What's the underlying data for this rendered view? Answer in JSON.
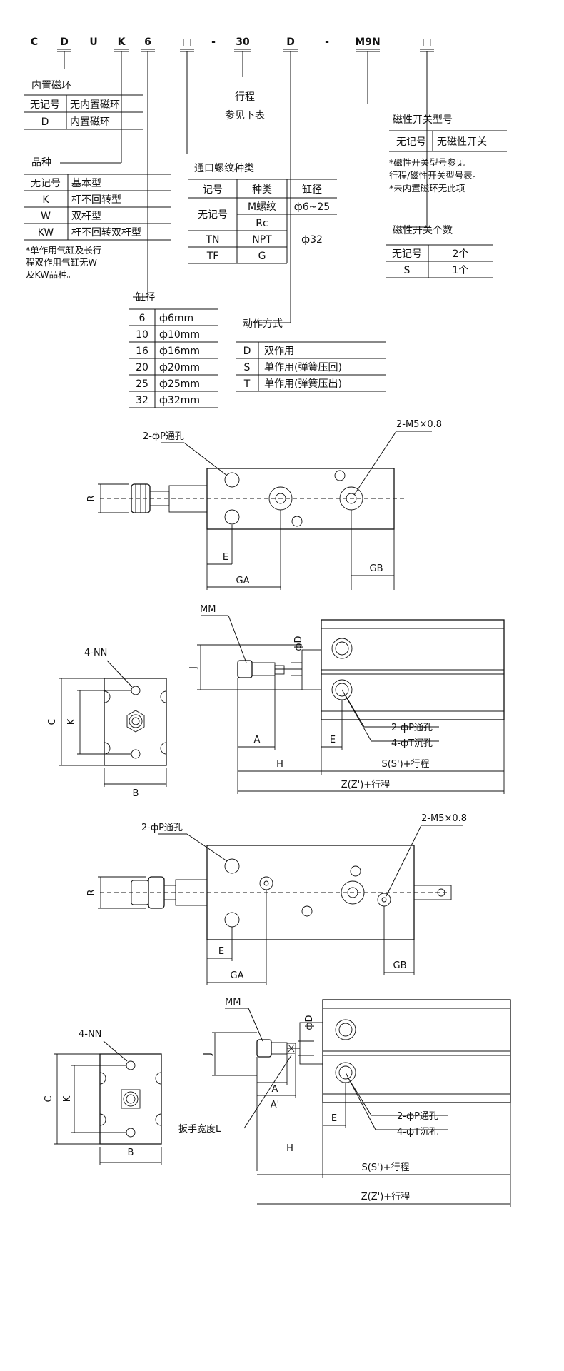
{
  "code_parts": [
    "C",
    "D",
    "U",
    "K",
    "6",
    "□",
    "-",
    "30",
    "D",
    "-",
    "M9N",
    "□"
  ],
  "magnet": {
    "title": "内置磁环",
    "rows": [
      [
        "无记号",
        "无内置磁环"
      ],
      [
        "D",
        "内置磁环"
      ]
    ]
  },
  "stroke": {
    "title_1": "行程",
    "title_2": "参见下表"
  },
  "switch_model": {
    "title": "磁性开关型号",
    "rows": [
      [
        "无记号",
        "无磁性开关"
      ]
    ],
    "notes": [
      "*磁性开关型号参见",
      "行程/磁性开关型号表。",
      "*未内置磁环无此项"
    ]
  },
  "variety": {
    "title": "品种",
    "rows": [
      [
        "无记号",
        "基本型"
      ],
      [
        "K",
        "杆不回转型"
      ],
      [
        "W",
        "双杆型"
      ],
      [
        "KW",
        "杆不回转双杆型"
      ]
    ],
    "notes": [
      "*单作用气缸及长行",
      "程双作用气缸无W",
      "及KW品种。"
    ]
  },
  "port_thread": {
    "title": "通口螺纹种类",
    "headers": [
      "记号",
      "种类",
      "缸径"
    ],
    "r1_code": "无记号",
    "r1_type": "M螺纹",
    "r1_bore": "ф6~25",
    "r2_type": "Rc",
    "r3_code": "TN",
    "r3_type": "NPT",
    "r34_bore": "ф32",
    "r4_code": "TF",
    "r4_type": "G"
  },
  "switch_count": {
    "title": "磁性开关个数",
    "rows": [
      [
        "无记号",
        "2个"
      ],
      [
        "S",
        "1个"
      ]
    ]
  },
  "bore": {
    "title": "缸径",
    "rows": [
      [
        "6",
        "ф6mm"
      ],
      [
        "10",
        "ф10mm"
      ],
      [
        "16",
        "ф16mm"
      ],
      [
        "20",
        "ф20mm"
      ],
      [
        "25",
        "ф25mm"
      ],
      [
        "32",
        "ф32mm"
      ]
    ]
  },
  "action": {
    "title": "动作方式",
    "rows": [
      [
        "D",
        "双作用"
      ],
      [
        "S",
        "单作用(弹簧压回)"
      ],
      [
        "T",
        "单作用(弹簧压出)"
      ]
    ]
  },
  "drawing_labels": {
    "p_hole": "2-фP通孔",
    "m5": "2-M5×0.8",
    "r": "R",
    "e": "E",
    "ga": "GA",
    "gb": "GB",
    "mm": "MM",
    "d": "фD",
    "j": "J",
    "nn": "4-NN",
    "c": "C",
    "k": "K",
    "b": "B",
    "a": "A",
    "a2": "A'",
    "h": "H",
    "t_hole": "4-фT沉孔",
    "s": "S(S')+行程",
    "z": "Z(Z')+行程",
    "wrench": "扳手宽度L"
  }
}
